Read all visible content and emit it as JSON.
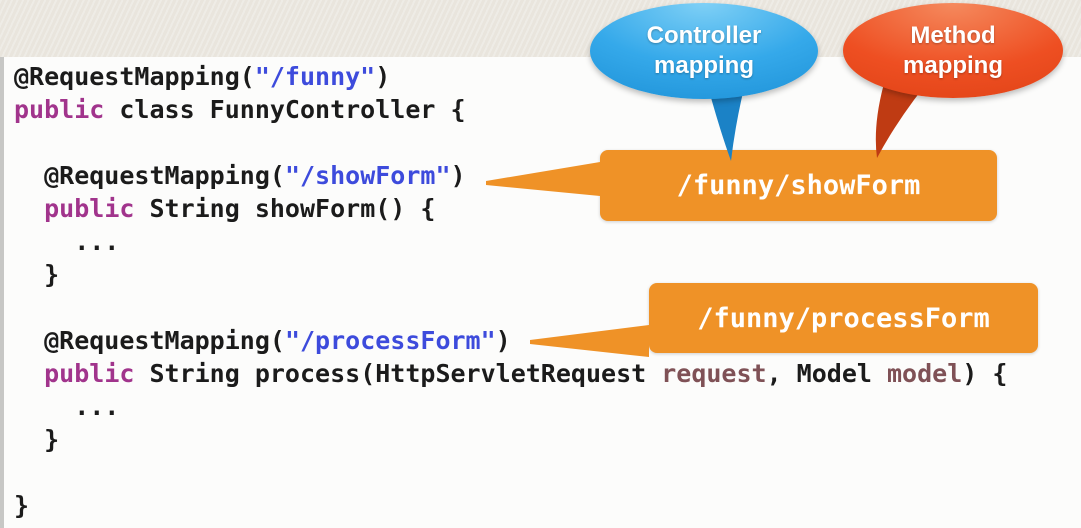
{
  "bubbles": {
    "controller": {
      "line1": "Controller",
      "line2": "mapping",
      "color": "#2ea3e8"
    },
    "method": {
      "line1": "Method",
      "line2": "mapping",
      "color": "#ee4f22"
    }
  },
  "routes": {
    "showForm": {
      "label": "/funny/showForm",
      "color": "#ef9227"
    },
    "processForm": {
      "label": "/funny/processForm",
      "color": "#ef9227"
    }
  },
  "code": {
    "language": "java",
    "colors": {
      "keyword": "#a1348c",
      "string": "#3d4bdc",
      "parameter": "#7f5156",
      "default": "#1b1b1b"
    },
    "lines": [
      [
        {
          "t": "@RequestMapping(",
          "c": "plain"
        },
        {
          "t": "\"/funny\"",
          "c": "str"
        },
        {
          "t": ")",
          "c": "plain"
        }
      ],
      [
        {
          "t": "public",
          "c": "kw"
        },
        {
          "t": " class FunnyController {",
          "c": "plain"
        }
      ],
      [],
      [
        {
          "t": "  @RequestMapping(",
          "c": "plain"
        },
        {
          "t": "\"/showForm\"",
          "c": "str"
        },
        {
          "t": ")",
          "c": "plain"
        }
      ],
      [
        {
          "t": "  ",
          "c": "plain"
        },
        {
          "t": "public",
          "c": "kw"
        },
        {
          "t": " String showForm() {",
          "c": "plain"
        }
      ],
      [
        {
          "t": "    ...",
          "c": "plain"
        }
      ],
      [
        {
          "t": "  }",
          "c": "plain"
        }
      ],
      [],
      [
        {
          "t": "  @RequestMapping(",
          "c": "plain"
        },
        {
          "t": "\"/processForm\"",
          "c": "str"
        },
        {
          "t": ")",
          "c": "plain"
        }
      ],
      [
        {
          "t": "  ",
          "c": "plain"
        },
        {
          "t": "public",
          "c": "kw"
        },
        {
          "t": " String process(HttpServletRequest ",
          "c": "plain"
        },
        {
          "t": "request",
          "c": "param"
        },
        {
          "t": ", Model ",
          "c": "plain"
        },
        {
          "t": "model",
          "c": "param"
        },
        {
          "t": ") {",
          "c": "plain"
        }
      ],
      [
        {
          "t": "    ...",
          "c": "plain"
        }
      ],
      [
        {
          "t": "  }",
          "c": "plain"
        }
      ],
      [],
      [
        {
          "t": "}",
          "c": "plain"
        }
      ]
    ]
  }
}
